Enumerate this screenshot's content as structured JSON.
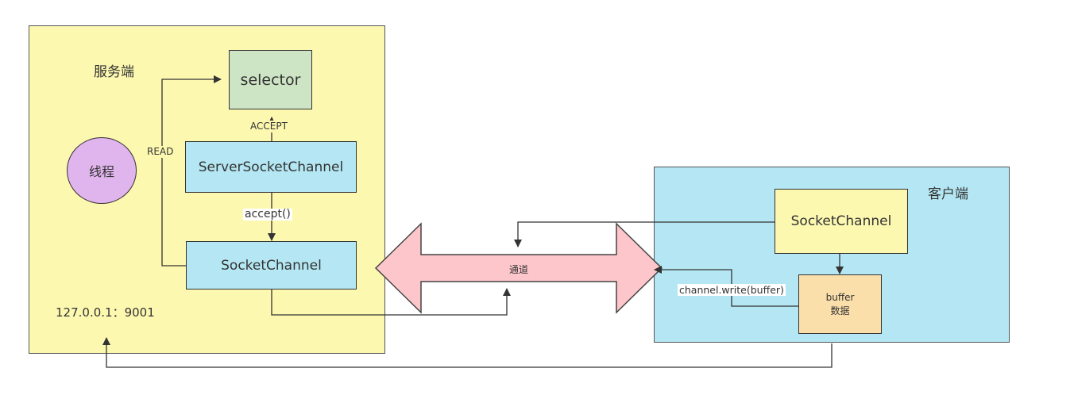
{
  "server": {
    "title": "服务端",
    "selector": "selector",
    "thread": "线程",
    "server_socket_channel": "ServerSocketChannel",
    "socket_channel": "SocketChannel",
    "address": "127.0.0.1：9001",
    "label_accept_event": "ACCEPT",
    "label_read_event": "READ",
    "label_accept_call": "accept()"
  },
  "channel": {
    "label": "通道"
  },
  "client": {
    "title": "客户端",
    "socket_channel": "SocketChannel",
    "buffer_line1": "buffer",
    "buffer_line2": "数据",
    "label_write": "channel.write(buffer)"
  },
  "colors": {
    "server_bg": "#fdf8b0",
    "client_bg": "#b4e7f3",
    "selector_bg": "#cde5c4",
    "thread_bg": "#e0b4ec",
    "channel_box_bg": "#b4e7f3",
    "client_socket_bg": "#fdf8b0",
    "buffer_bg": "#fbdfaa",
    "arrow_pipe_bg": "#fdc6cb"
  }
}
